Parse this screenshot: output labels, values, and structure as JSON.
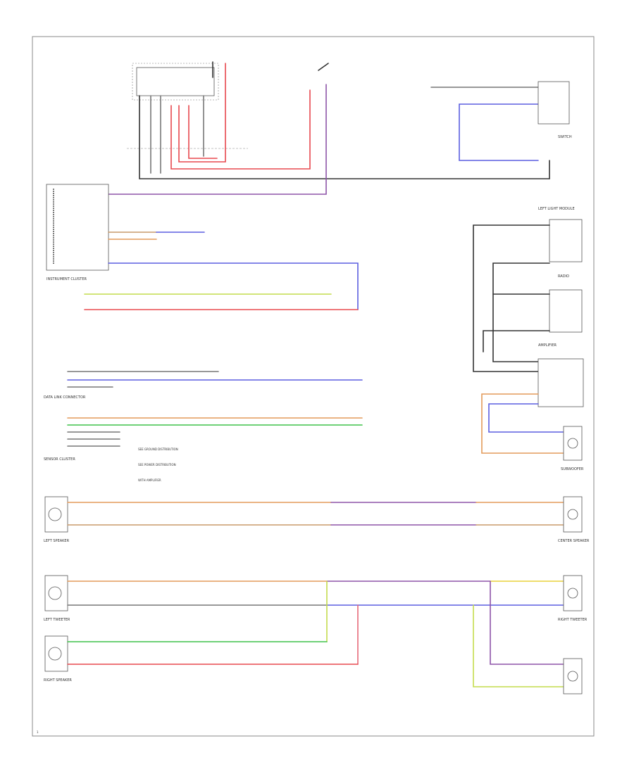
{
  "component_labels": {
    "instrument_cluster": "INSTRUMENT CLUSTER",
    "data_link_connector": "DATA LINK CONNECTOR",
    "sensor_cluster": "SENSOR CLUSTER",
    "left_light_module": "LEFT LIGHT MODULE",
    "left_speaker": "LEFT SPEAKER",
    "right_speaker": "RIGHT SPEAKER",
    "center_speaker": "CENTER SPEAKER",
    "subwoofer": "SUBWOOFER",
    "left_tweeter": "LEFT TWEETER",
    "right_tweeter": "RIGHT TWEETER",
    "radio": "RADIO",
    "amplifier": "AMPLIFIER",
    "switch": "SWITCH"
  },
  "notes": {
    "note_a": "SEE GROUND DISTRIBUTION",
    "note_b": "SEE POWER DISTRIBUTION",
    "note_c": "WITH AMPLIFIER"
  },
  "footer": {
    "code": "1"
  },
  "colors": {
    "red": "#e8484e",
    "purple": "#8e54a8",
    "blue": "#5b5fe0",
    "green": "#3fc24a",
    "lime": "#c4dc4c",
    "orange": "#e39a5a",
    "tan": "#c89a6a",
    "yellow": "#e9d23a",
    "pink": "#e6697a",
    "black": "#333333",
    "gray": "#777777"
  }
}
